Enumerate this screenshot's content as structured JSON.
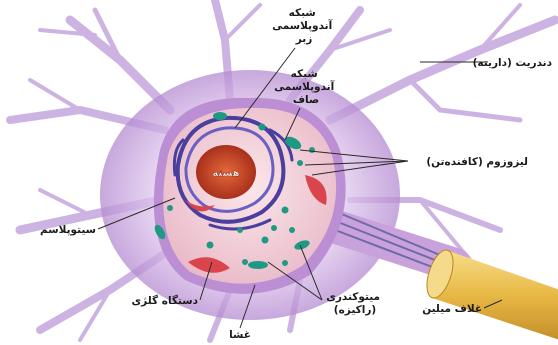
{
  "labels": {
    "rough_er": [
      "شبکه",
      "آندوپلاسمی",
      "زبر"
    ],
    "smooth_er": [
      "شبکه",
      "آندوپلاسمی",
      "صاف"
    ],
    "dendrite": "دندریت (دارینه)",
    "lysosome": "لیزوزوم (کافنده‌تن)",
    "nucleus": "هسته",
    "cytoplasm": "سیتوپلاسم",
    "mitochondria": [
      "میتوکندری",
      "(راکیزه)"
    ],
    "golgi": "دستگاه گلژی",
    "membrane": "غشا",
    "myelin": "غلاف میلین"
  },
  "colors": {
    "cell_body": "#c9a2dc",
    "dendrite": "#d8c3e8",
    "cytoplasm": "#f3d6de",
    "nucleus_ring": "#4a3f9e",
    "nucleolus": "#d9532b",
    "organelle_green": "#1f9a82",
    "myelin": "#e8b845"
  }
}
